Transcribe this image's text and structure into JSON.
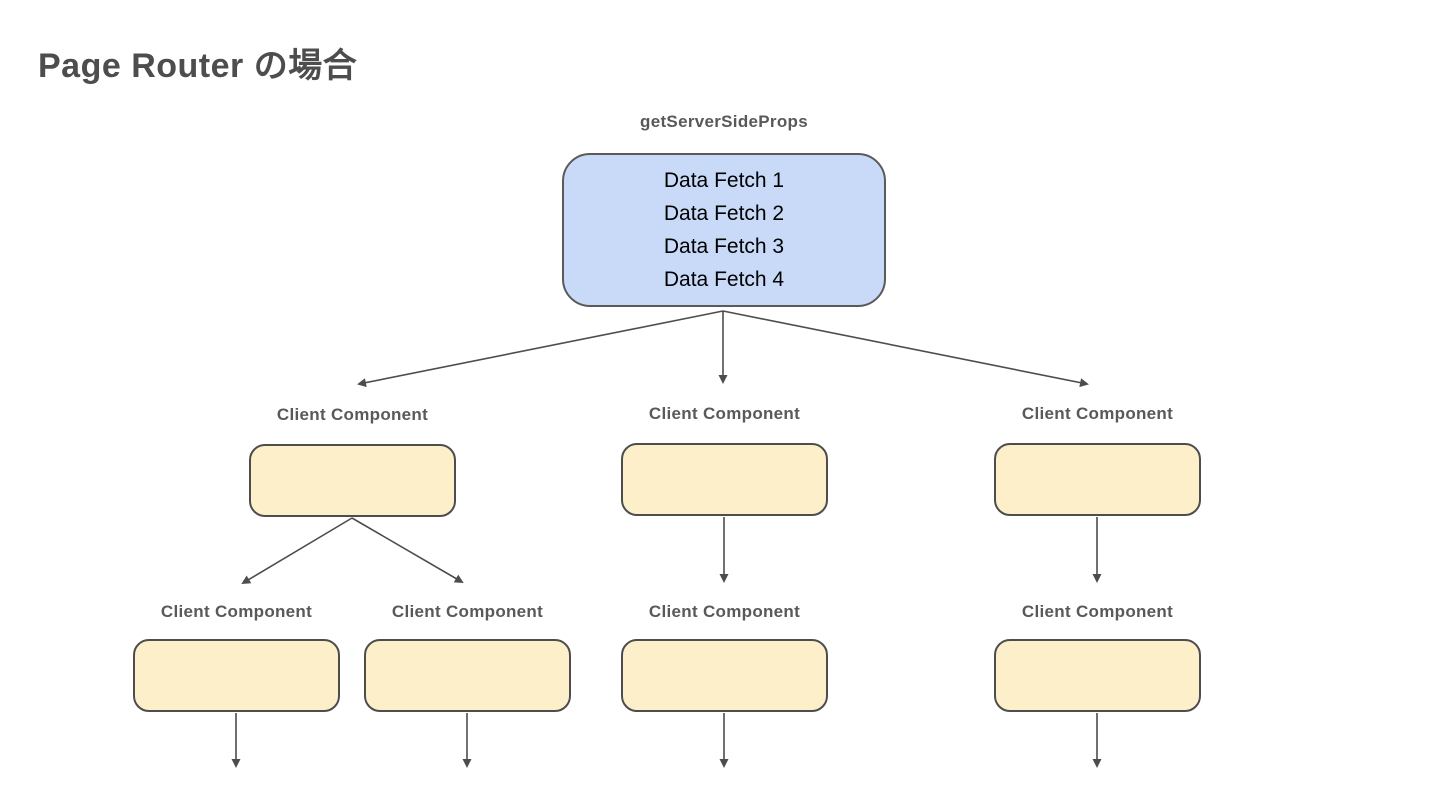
{
  "page": {
    "title": "Page Router の場合"
  },
  "diagram": {
    "server": {
      "label": "getServerSideProps",
      "lines": [
        "Data Fetch 1",
        "Data Fetch 2",
        "Data Fetch 3",
        "Data Fetch 4"
      ]
    },
    "client_label": "Client Component",
    "colors": {
      "server_fill": "#c9daf8",
      "client_fill": "#fcefc9",
      "border": "#4d4d4d",
      "arrow": "#4d4d4d",
      "label_text": "#595959"
    }
  }
}
